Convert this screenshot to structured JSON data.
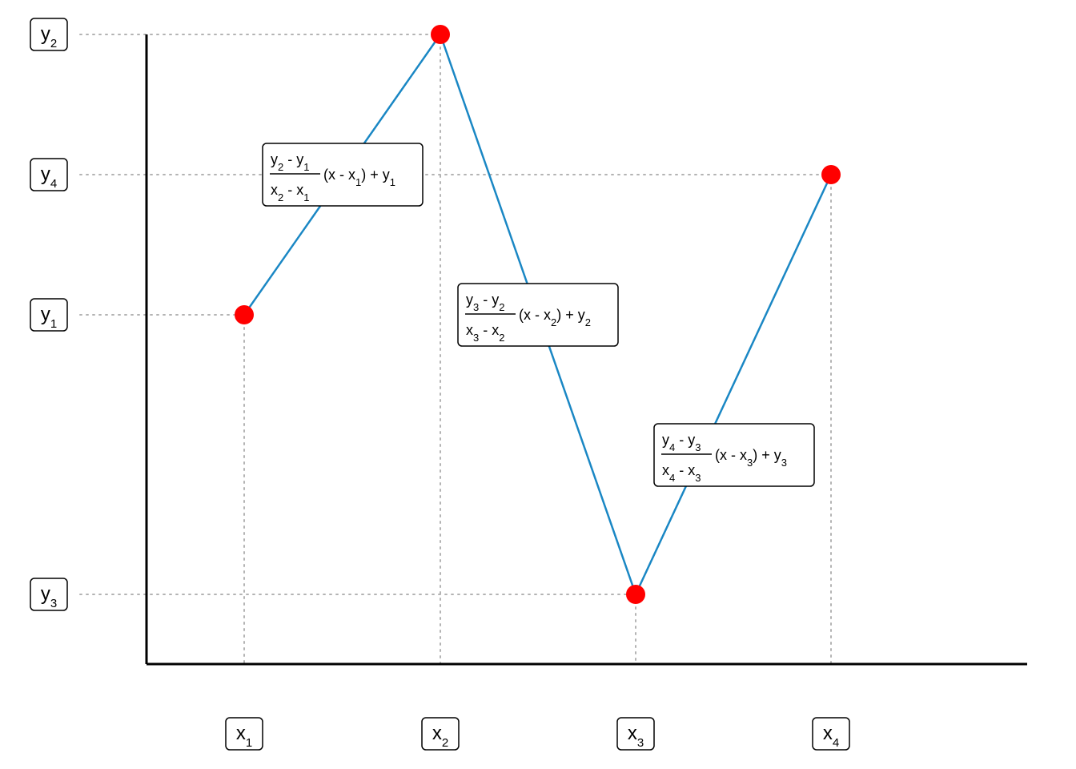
{
  "points": [
    {
      "name": "1",
      "x_label": {
        "base": "x",
        "sub": "1"
      },
      "y_label": {
        "base": "y",
        "sub": "1"
      }
    },
    {
      "name": "2",
      "x_label": {
        "base": "x",
        "sub": "2"
      },
      "y_label": {
        "base": "y",
        "sub": "2"
      }
    },
    {
      "name": "3",
      "x_label": {
        "base": "x",
        "sub": "3"
      },
      "y_label": {
        "base": "y",
        "sub": "3"
      }
    },
    {
      "name": "4",
      "x_label": {
        "base": "x",
        "sub": "4"
      },
      "y_label": {
        "base": "y",
        "sub": "4"
      }
    }
  ],
  "formulas": [
    {
      "numerator": [
        {
          "t": "y"
        },
        {
          "s": "2"
        },
        {
          "t": " - y"
        },
        {
          "s": "1"
        }
      ],
      "denominator": [
        {
          "t": "x"
        },
        {
          "s": "2"
        },
        {
          "t": " - x"
        },
        {
          "s": "1"
        }
      ],
      "rest": [
        {
          "t": "(x - x"
        },
        {
          "s": "1"
        },
        {
          "t": ") + y"
        },
        {
          "s": "1"
        }
      ]
    },
    {
      "numerator": [
        {
          "t": "y"
        },
        {
          "s": "3"
        },
        {
          "t": " - y"
        },
        {
          "s": "2"
        }
      ],
      "denominator": [
        {
          "t": "x"
        },
        {
          "s": "3"
        },
        {
          "t": " - x"
        },
        {
          "s": "2"
        }
      ],
      "rest": [
        {
          "t": "(x - x"
        },
        {
          "s": "2"
        },
        {
          "t": ") + y"
        },
        {
          "s": "2"
        }
      ]
    },
    {
      "numerator": [
        {
          "t": "y"
        },
        {
          "s": "4"
        },
        {
          "t": " - y"
        },
        {
          "s": "3"
        }
      ],
      "denominator": [
        {
          "t": "x"
        },
        {
          "s": "4"
        },
        {
          "t": " - x"
        },
        {
          "s": "3"
        }
      ],
      "rest": [
        {
          "t": "(x - x"
        },
        {
          "s": "3"
        },
        {
          "t": ") + y"
        },
        {
          "s": "3"
        }
      ]
    }
  ],
  "colors": {
    "point": "#ff0000",
    "segment": "#1a87c4",
    "guide": "#b3b3b3",
    "axis": "#000000"
  }
}
